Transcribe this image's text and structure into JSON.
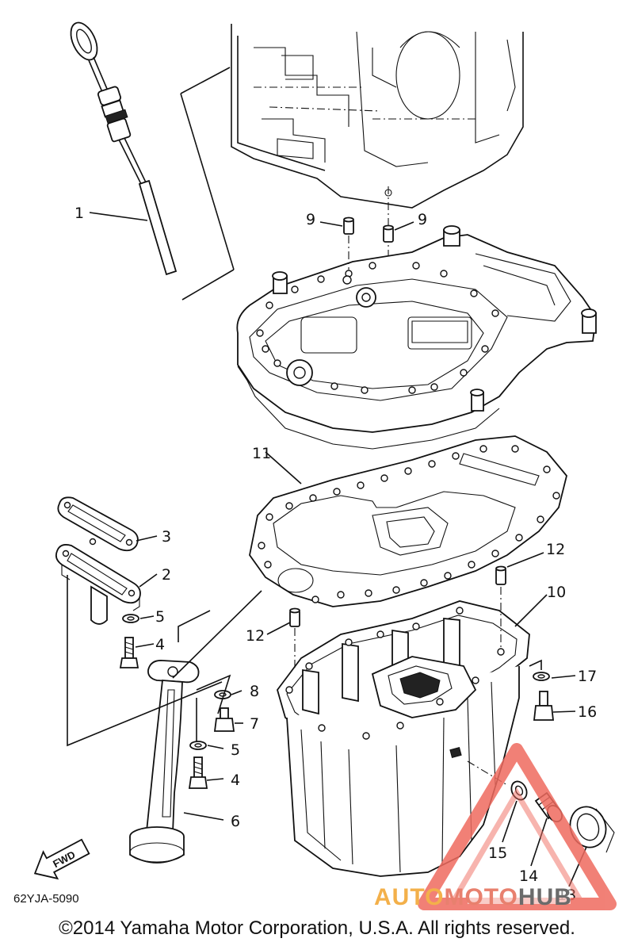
{
  "callouts": {
    "c1": "1",
    "c2": "2",
    "c3": "3",
    "c4a": "4",
    "c4b": "4",
    "c5a": "5",
    "c5b": "5",
    "c6": "6",
    "c7": "7",
    "c8": "8",
    "c9a": "9",
    "c9b": "9",
    "c10": "10",
    "c11": "11",
    "c12a": "12",
    "c12b": "12",
    "c13": "13",
    "c14": "14",
    "c15": "15",
    "c16": "16",
    "c17": "17"
  },
  "fwd_label": "FWD",
  "diagram_code": "62YJA-5090",
  "watermark": {
    "part_a": "AUTO",
    "part_b": "MOTO",
    "part_c": "HUB"
  },
  "footer": "©2014 Yamaha Motor Corporation, U.S.A. All rights reserved."
}
